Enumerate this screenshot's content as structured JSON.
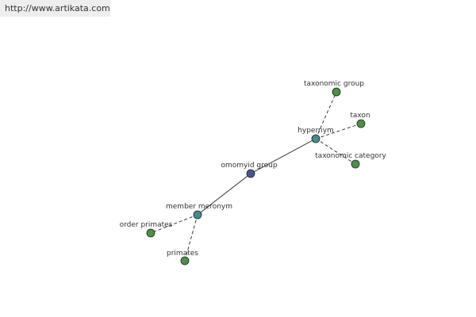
{
  "watermark": {
    "text": "http://www.artikata.com"
  },
  "graph": {
    "colors": {
      "center": "#4a5591",
      "relation": "#4a8a8e",
      "leaf": "#4d8f48",
      "stroke": "#222222"
    },
    "nodes": [
      {
        "id": "center",
        "label": "omomyid group",
        "kind": "center"
      },
      {
        "id": "hypernym",
        "label": "hypernym",
        "kind": "relation"
      },
      {
        "id": "member-meronym",
        "label": "member meronym",
        "kind": "relation"
      },
      {
        "id": "taxonomic-group",
        "label": "taxonomic group",
        "kind": "leaf"
      },
      {
        "id": "taxon",
        "label": "taxon",
        "kind": "leaf"
      },
      {
        "id": "taxonomic-category",
        "label": "taxonomic category",
        "kind": "leaf"
      },
      {
        "id": "order-primates",
        "label": "order primates",
        "kind": "leaf"
      },
      {
        "id": "primates",
        "label": "primates",
        "kind": "leaf"
      }
    ],
    "edges": [
      {
        "from": "center",
        "to": "hypernym",
        "style": "solid"
      },
      {
        "from": "center",
        "to": "member-meronym",
        "style": "solid"
      },
      {
        "from": "hypernym",
        "to": "taxonomic-group",
        "style": "dashed"
      },
      {
        "from": "hypernym",
        "to": "taxon",
        "style": "dashed"
      },
      {
        "from": "hypernym",
        "to": "taxonomic-category",
        "style": "dashed"
      },
      {
        "from": "member-meronym",
        "to": "order-primates",
        "style": "dashed"
      },
      {
        "from": "member-meronym",
        "to": "primates",
        "style": "dashed"
      }
    ]
  }
}
